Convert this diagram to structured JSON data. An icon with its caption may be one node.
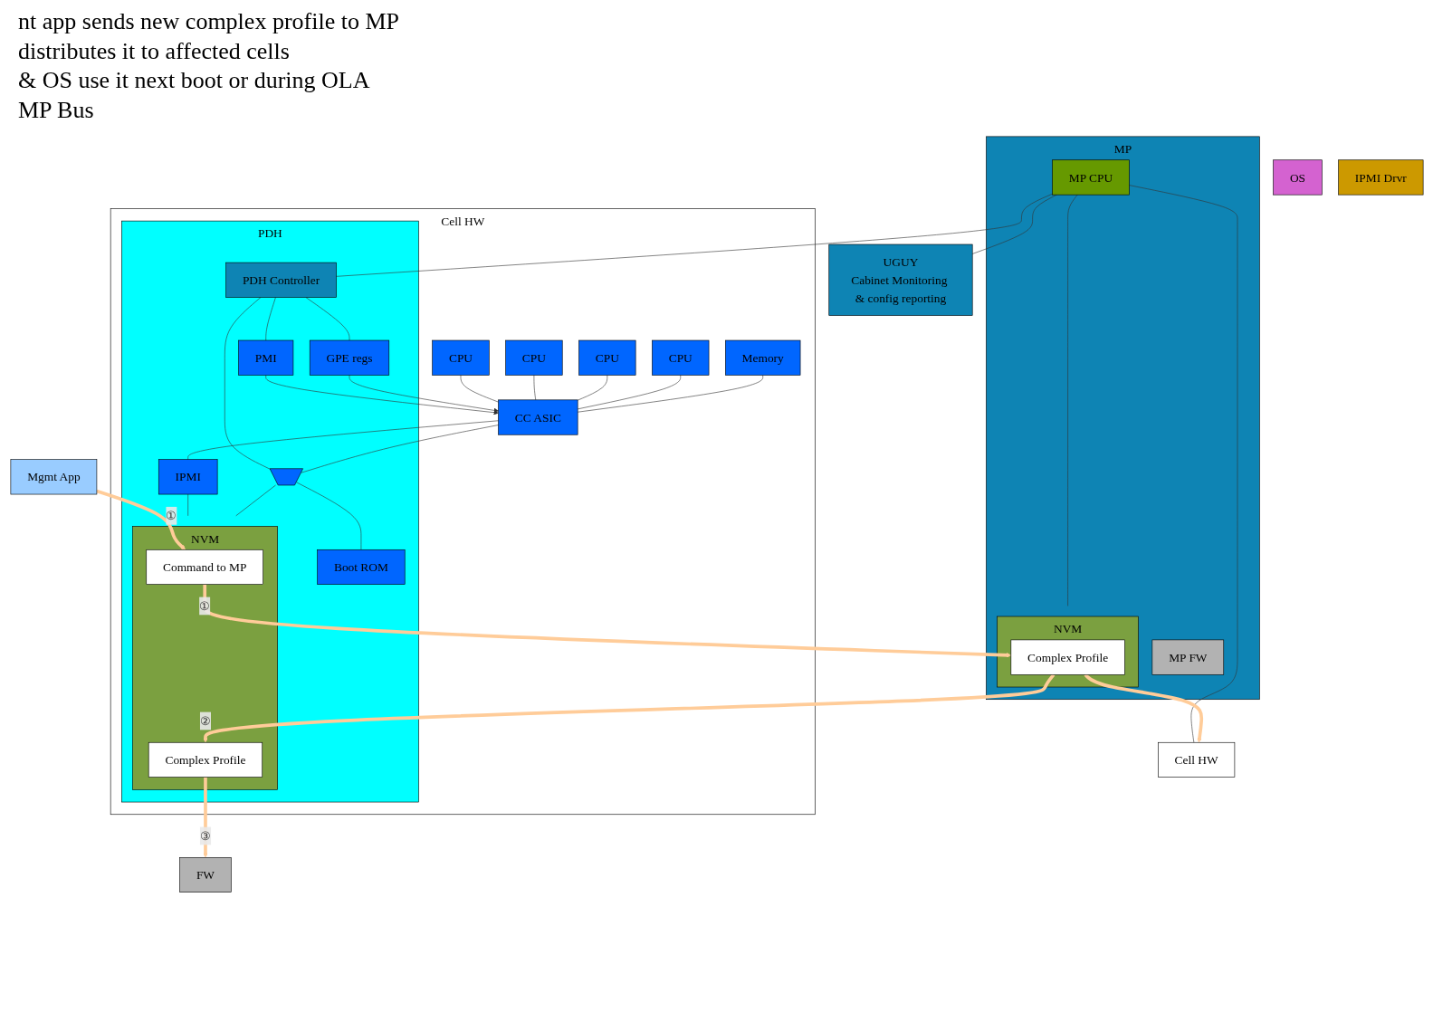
{
  "diagram": {
    "nodes": [
      {
        "text": [
          "Mgmt App"
        ]
      },
      {
        "text": [
          "OS"
        ]
      },
      {
        "text": [
          "FW"
        ]
      },
      {
        "text": [
          "IPMI Drvr"
        ]
      },
      {
        "text": [
          "Cell HW"
        ]
      },
      {
        "text": [
          "CPU"
        ],
        "in": 4
      },
      {
        "text": [
          "CPU"
        ],
        "in": 4
      },
      {
        "text": [
          "CPU"
        ],
        "in": 4
      },
      {
        "text": [
          "CPU"
        ],
        "in": 4
      },
      {
        "text": [
          "Memory"
        ],
        "in": 4
      },
      {
        "text": [
          "CC ASIC"
        ],
        "in": 4
      },
      {
        "text": [
          "PDH"
        ],
        "in": 4
      },
      {
        "text": [
          "PMI"
        ],
        "in": 11
      },
      {
        "text": [
          "GPE regs"
        ],
        "in": 11
      },
      {
        "text": [
          "PDH Controller"
        ],
        "in": 11
      },
      {
        "text": [],
        "shape": "trapezoid",
        "in": 11
      },
      {
        "text": [
          "IPMI"
        ],
        "in": 11
      },
      {
        "text": [
          "NVM"
        ],
        "in": 11
      },
      {
        "text": [
          "Command to MP"
        ],
        "in": 17
      },
      {
        "text": [
          "Complex Profile"
        ],
        "in": 17
      },
      {
        "text": [
          "Boot ROM"
        ],
        "in": 11
      },
      {
        "text": [
          "MP"
        ]
      },
      {
        "text": [
          "MP FW"
        ],
        "in": 21
      },
      {
        "text": [
          "MP CPU"
        ],
        "in": 21
      },
      {
        "text": [
          "NVM"
        ],
        "in": 21
      },
      {
        "text": [
          "Complex Profile"
        ],
        "in": 24
      },
      {
        "text": [
          "UGUY",
          "Cabinet Monitoring & config reporting"
        ]
      },
      {
        "text": [
          "Cell HW"
        ]
      }
    ],
    "edges": [
      {
        "from": 5,
        "to": 10,
        "arrow": "none"
      },
      {
        "from": 6,
        "to": 10,
        "arrow": "none"
      },
      {
        "from": 7,
        "to": 10,
        "arrow": "none"
      },
      {
        "from": 8,
        "to": 10,
        "arrow": "none"
      },
      {
        "from": 9,
        "to": 10,
        "arrow": "none"
      },
      {
        "from": 12,
        "to": 10,
        "arrow": "to"
      },
      {
        "from": 13,
        "to": 10,
        "arrow": "to"
      },
      {
        "from": 14,
        "to": 12,
        "arrow": "none"
      },
      {
        "from": 14,
        "to": 13,
        "arrow": "none"
      },
      {
        "from": 14,
        "to": 15,
        "arrow": "none"
      },
      {
        "from": 10,
        "to": 15,
        "arrow": "none"
      },
      {
        "from": 10,
        "to": 16,
        "arrow": "none"
      },
      {
        "from": 16,
        "to": 17,
        "arrow": "none"
      },
      {
        "from": 15,
        "to": 17,
        "arrow": "none"
      },
      {
        "from": 15,
        "to": 20,
        "arrow": "none"
      },
      {
        "from": 23,
        "to": 24,
        "arrow": "none"
      },
      {
        "from": 23,
        "to": 14,
        "arrow": "none"
      },
      {
        "from": 23,
        "to": 26,
        "arrow": "none"
      },
      {
        "from": 23,
        "to": 27,
        "arrow": "none"
      },
      {
        "from": 0,
        "to": 18,
        "arrow": "to",
        "label": "①",
        "style": "thick",
        "color": "#ffcc99"
      },
      {
        "from": 18,
        "to": 25,
        "arrow": "to",
        "label": "①",
        "style": "thick",
        "color": "#ffcc99"
      },
      {
        "from": 25,
        "to": 19,
        "arrow": "to",
        "label": "②",
        "style": "thick",
        "color": "#ffcc99"
      },
      {
        "from": 25,
        "to": 27,
        "arrow": "to",
        "style": "thick",
        "color": "#ffcc99"
      },
      {
        "from": 19,
        "to": 2,
        "arrow": "to",
        "label": "③",
        "style": "thick",
        "color": "#ffcc99"
      }
    ],
    "labels": [
      "nt app sends new complex profile to MP",
      "distributes it to affected cells",
      "& OS use it next boot or during OLA",
      "MP Bus"
    ]
  }
}
